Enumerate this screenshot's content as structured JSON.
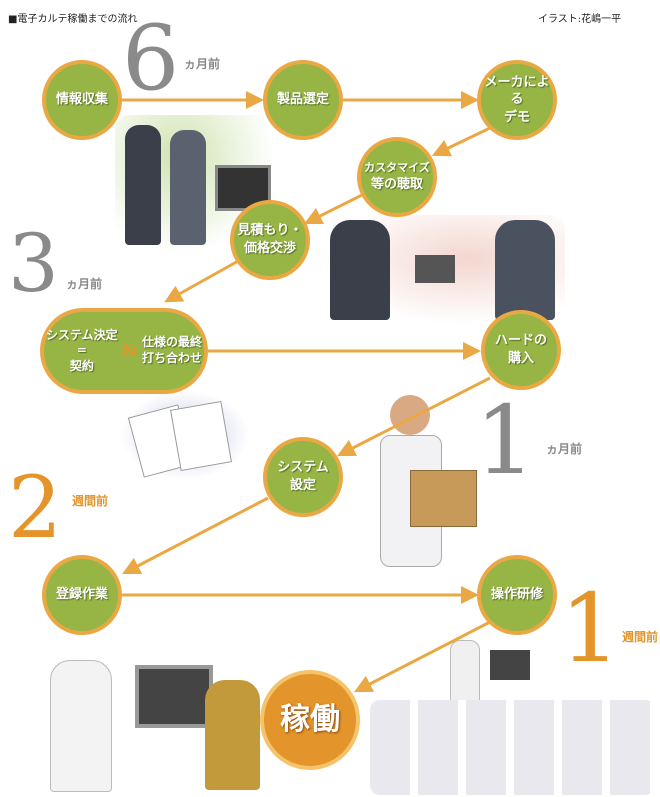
{
  "header": {
    "title": "■電子カルテ稼働までの流れ",
    "credit": "イラスト:花嶋一平"
  },
  "milestones": [
    {
      "number": "6",
      "unit": "ヵ月前"
    },
    {
      "number": "3",
      "unit": "ヵ月前"
    },
    {
      "number": "1",
      "unit": "ヵ月前"
    },
    {
      "number": "2",
      "unit": "週間前"
    },
    {
      "number": "1",
      "unit": "週間前"
    }
  ],
  "steps": {
    "info": "情報収集",
    "select": "製品選定",
    "demo_1": "メーカによる",
    "demo_2": "デモ",
    "custom_1": "カスタマイズ",
    "custom_2": "等の聴取",
    "quote_1": "見積もり・",
    "quote_2": "価格交渉",
    "decide_1": "システム決定",
    "decide_eq": "=",
    "decide_2": "契約",
    "amp": "&",
    "spec_1": "仕様の最終",
    "spec_2": "打ち合わせ",
    "hard_1": "ハードの",
    "hard_2": "購入",
    "sysset_1": "システム",
    "sysset_2": "設定",
    "register": "登録作業",
    "training": "操作研修",
    "golive": "稼働"
  },
  "colors": {
    "node": "#96b545",
    "border": "#eaa844",
    "arrow": "#eaa844",
    "accent": "#e3942a",
    "gray": "#8a8a8a"
  }
}
